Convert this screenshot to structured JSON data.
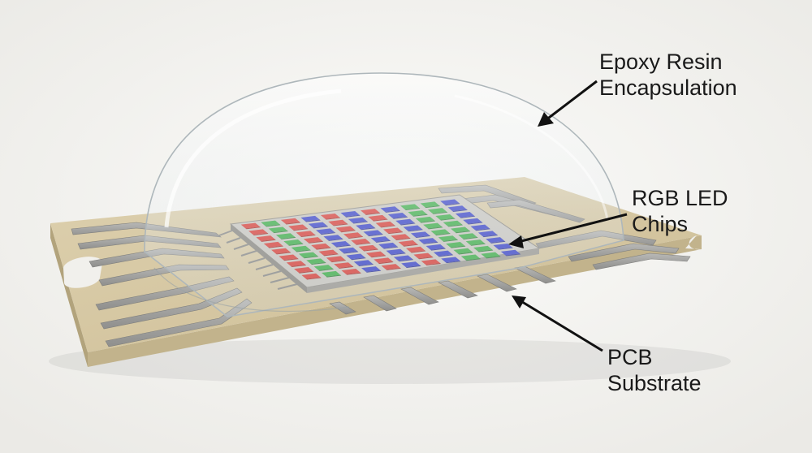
{
  "callouts": {
    "epoxy": {
      "line1": "Epoxy Resin",
      "line2": "Encapsulation"
    },
    "rgb": {
      "line1": "RGB LED",
      "line2": "Chips"
    },
    "pcb": {
      "line1": "PCB",
      "line2": "Substrate"
    }
  },
  "led_grid": {
    "rows": 9,
    "cols": 11,
    "column_colors": [
      "red",
      "green",
      "red",
      "blue",
      "red",
      "blue",
      "red",
      "blue",
      "green",
      "green",
      "blue"
    ]
  },
  "colors": {
    "background": "#f3f2ee",
    "substrate": "#d6c7a2",
    "substrate_edge": "#b9aa83",
    "trace": "#a8a8a6",
    "red": "#d8403a",
    "green": "#3fae4a",
    "blue": "#3b45c8",
    "dome": "#e6ecef"
  }
}
